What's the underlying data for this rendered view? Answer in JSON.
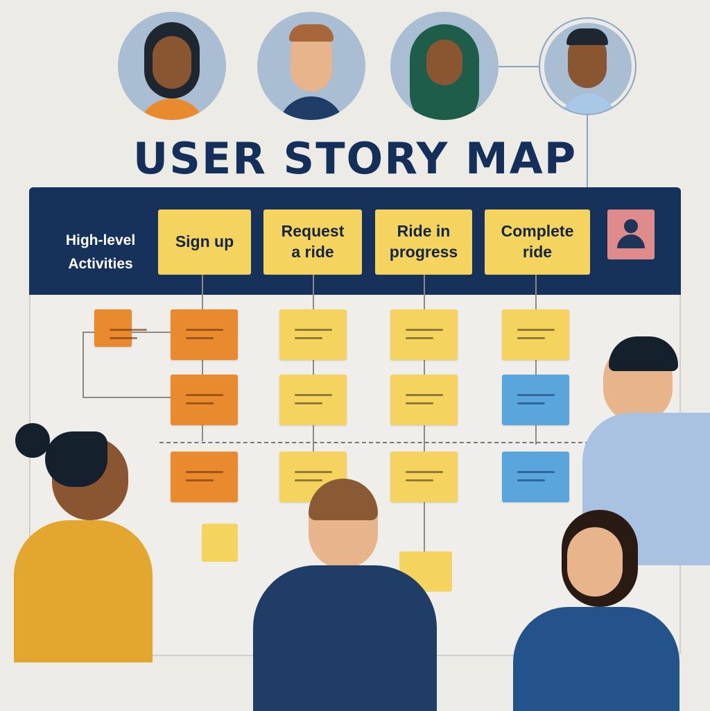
{
  "title": "USER STORY MAP",
  "board": {
    "row_label": "High-level\nActivities",
    "activities": [
      {
        "label": "Sign up"
      },
      {
        "label": "Request\na ride"
      },
      {
        "label": "Ride in\nprogress"
      },
      {
        "label": "Complete\nride"
      }
    ],
    "persona_icon": "user-icon"
  },
  "colors": {
    "navy": "#16325a",
    "yellow": "#f4d35e",
    "orange": "#e98a2e",
    "blue": "#5aa6dc",
    "pink": "#df8b8b"
  }
}
